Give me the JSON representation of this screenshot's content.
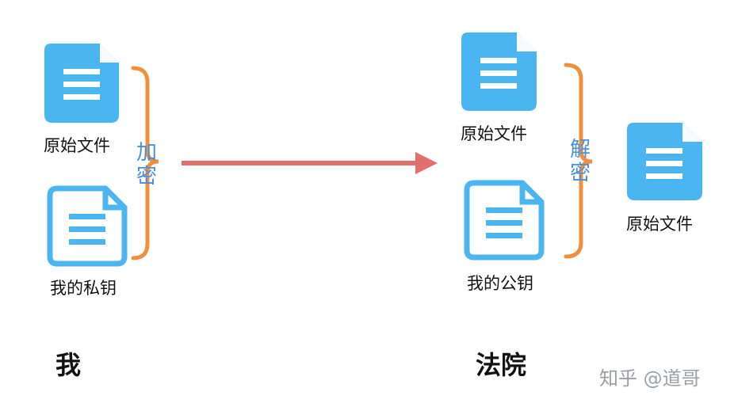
{
  "sender": {
    "title": "我",
    "file1_label": "原始文件",
    "file2_label": "我的私钥",
    "action": "加密"
  },
  "receiver": {
    "title": "法院",
    "file1_label": "原始文件",
    "file2_label": "我的公钥",
    "action": "解密",
    "result_label": "原始文件"
  },
  "watermark": "知乎 @道哥",
  "colors": {
    "doc_fill": "#4ab5f0",
    "bracket": "#f0903c",
    "arrow": "#e0706c",
    "action_text": "#4a90d9"
  },
  "icons": {
    "doc_filled": "document-filled-icon",
    "doc_outline": "document-outline-icon"
  }
}
